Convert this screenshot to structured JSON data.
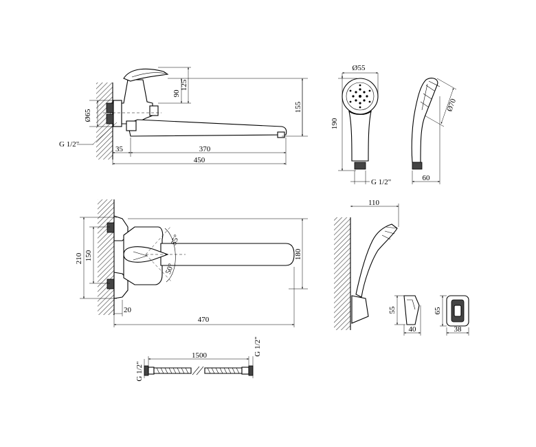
{
  "top_view": {
    "dia_65": "Ø65",
    "thread": "G 1/2\"",
    "dim_35": "35",
    "dim_370": "370",
    "dim_450": "450",
    "dim_90": "90",
    "dim_125": "125",
    "dim_155": "155"
  },
  "shower_head_front": {
    "dia_55": "Ø55",
    "dim_190": "190",
    "thread": "G 1/2\""
  },
  "shower_head_side": {
    "dia_70": "Ø70",
    "dim_60": "60"
  },
  "plan_view": {
    "dim_210": "210",
    "dim_150": "150",
    "angle_55": "55°",
    "angle_50": "50°",
    "dim_180": "180",
    "dim_20": "20",
    "dim_470": "470"
  },
  "holder_view": {
    "dim_110": "110",
    "dim_55": "55",
    "dim_40": "40",
    "dim_65": "65",
    "dim_38": "38"
  },
  "hose": {
    "thread_left": "G 1/2\"",
    "length": "1500",
    "thread_right": "G 1/2\""
  }
}
